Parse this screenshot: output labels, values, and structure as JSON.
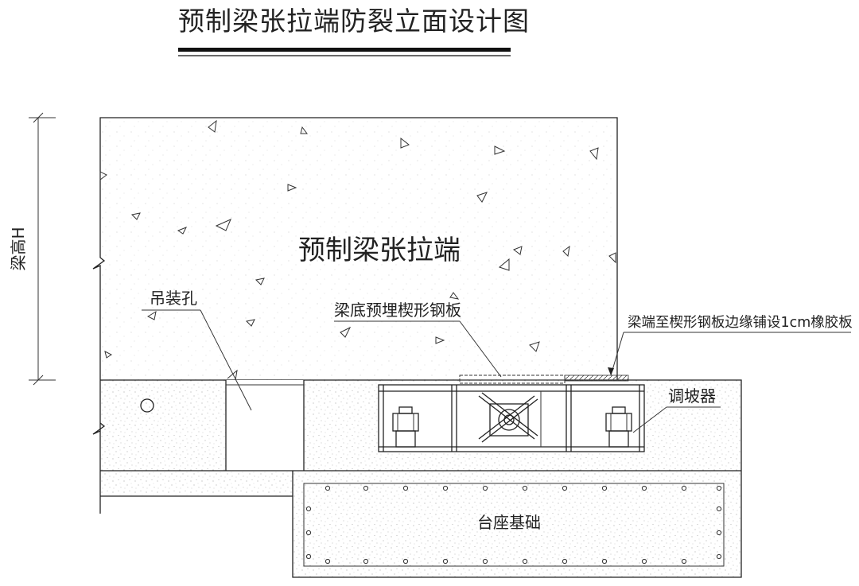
{
  "title": "预制梁张拉端防裂立面设计图",
  "labels": {
    "beam_end": "预制梁张拉端",
    "beam_height": "梁高H",
    "lifting_hole": "吊装孔",
    "embedded_plate": "梁底预埋楔形钢板",
    "rubber_pad": "梁端至楔形钢板边缘铺设1cm橡胶板",
    "slope_adjuster": "调坡器",
    "pedestal": "台座基础"
  },
  "colors": {
    "line": "#222222",
    "concrete_speckle": "#8a8a8a"
  }
}
